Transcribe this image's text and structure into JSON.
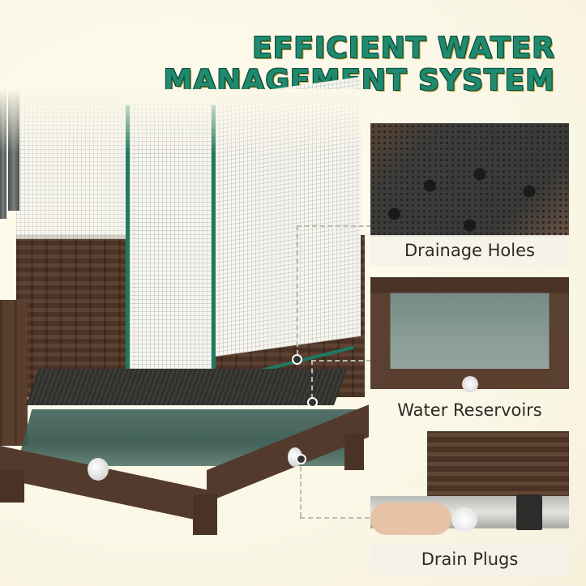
{
  "title": {
    "line1": "EFFICIENT WATER",
    "line2": "MANAGEMENT SYSTEM",
    "colors": {
      "fill": "#1f8a6e",
      "outline": "#0d4a3c",
      "shadow": "#c9a23a"
    }
  },
  "features": [
    {
      "label": "Drainage Holes",
      "icon": "drainage-tray-photo"
    },
    {
      "label": "Water Reservoirs",
      "icon": "reservoir-photo"
    },
    {
      "label": "Drain Plugs",
      "icon": "drain-plug-photo"
    }
  ],
  "product": {
    "description": "Raised rattan planter box with greenhouse cover, drainage tray, water reservoir and drain plugs",
    "colors": {
      "wicker": "#54392a",
      "frame": "#1f7a62",
      "cover": "#f7f6ef",
      "background": "#fbf8e8"
    }
  }
}
